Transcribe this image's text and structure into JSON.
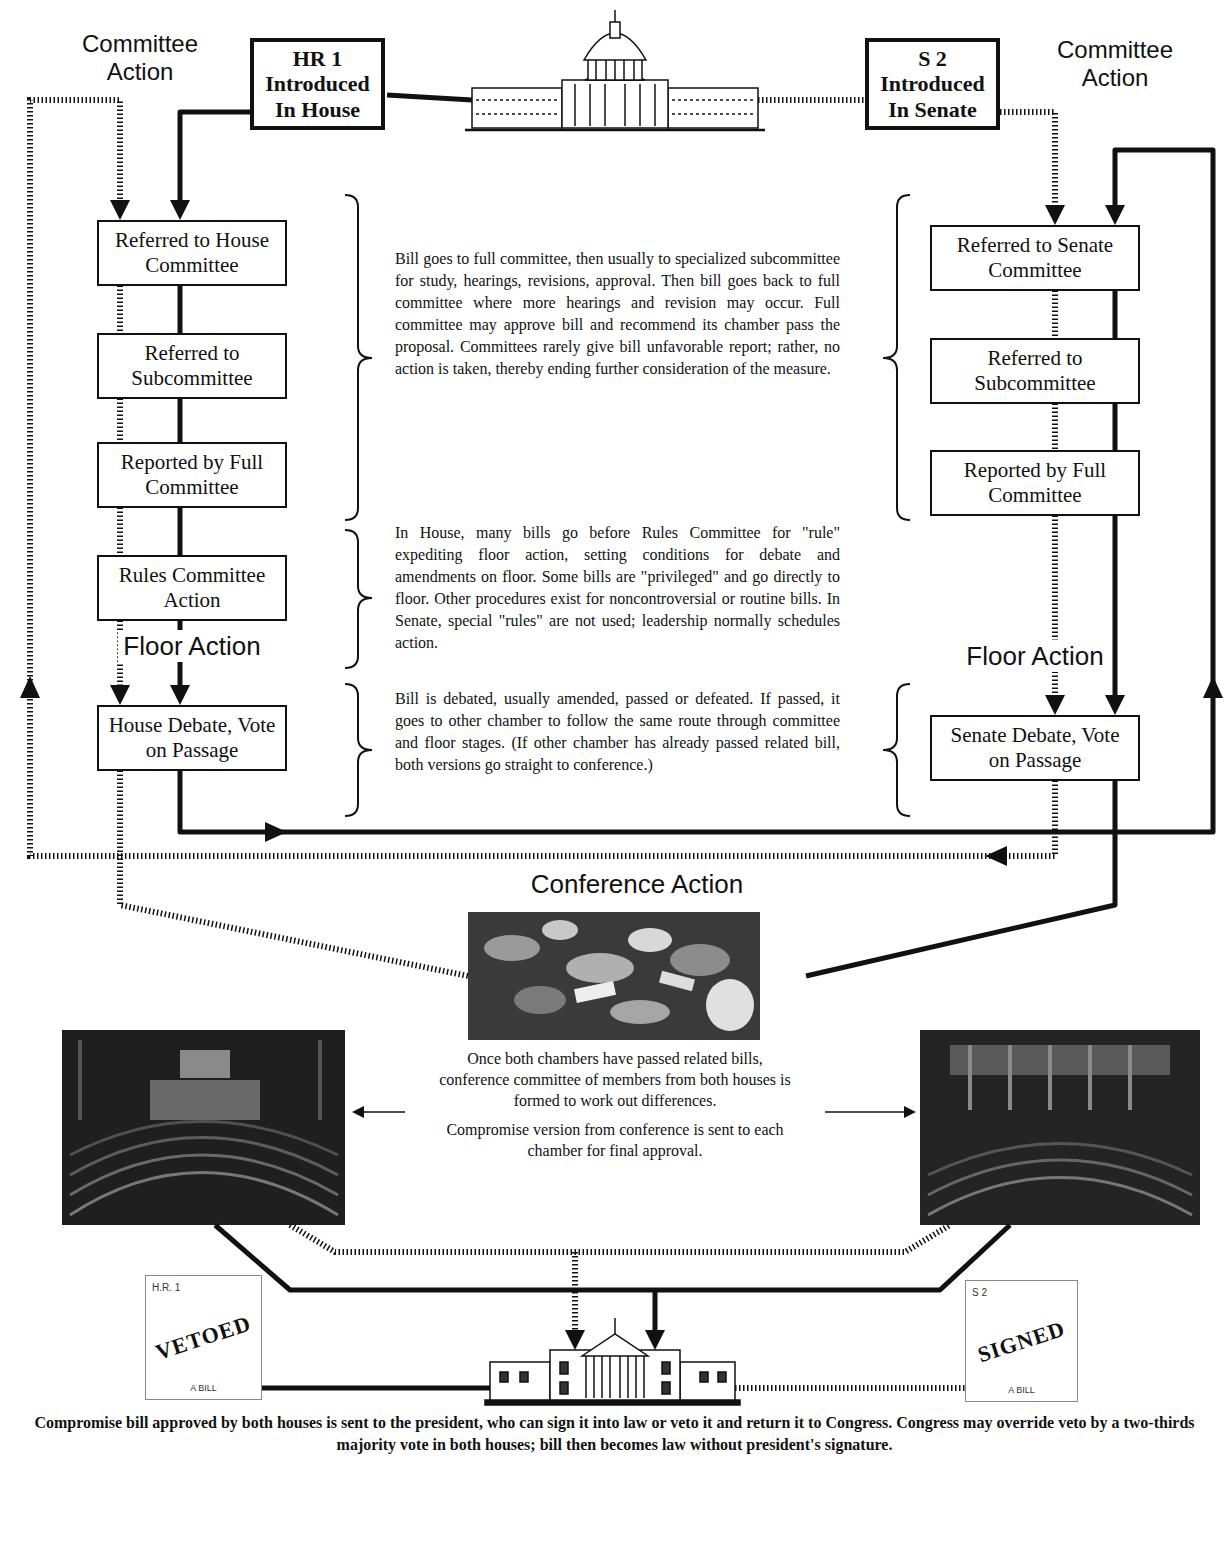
{
  "diagram": {
    "caption": "Compromise bill approved by both houses is sent to the president, who can sign it into law or veto it and return it to Congress. Congress may override veto by a two-thirds majority vote in both houses; bill then becomes law without president's signature.",
    "nodes": [
      {
        "text": [
          "HR 1 Introduced In House"
        ]
      },
      {
        "text": [
          "S 2 Introduced In Senate"
        ]
      },
      {
        "text": [
          "Referred to House Committee"
        ]
      },
      {
        "text": [
          "Referred to Subcommittee"
        ]
      },
      {
        "text": [
          "Reported by Full Committee"
        ]
      },
      {
        "text": [
          "Rules Committee Action"
        ]
      },
      {
        "text": [
          "House Debate, Vote on Passage"
        ]
      },
      {
        "text": [
          "Referred to Senate Committee"
        ]
      },
      {
        "text": [
          "Referred to Subcommittee"
        ]
      },
      {
        "text": [
          "Reported by Full Committee"
        ]
      },
      {
        "text": [
          "Senate Debate, Vote on Passage"
        ]
      },
      {
        "text": [
          "Conference Action"
        ]
      },
      {
        "text": [
          "H.R. 1",
          "VETOED",
          "A BILL"
        ]
      },
      {
        "text": [
          "S 2",
          "SIGNED",
          "A BILL"
        ]
      }
    ],
    "edges": [
      {
        "from": 0,
        "to": 2,
        "arrow": "to"
      },
      {
        "from": 1,
        "to": 7,
        "arrow": "to"
      },
      {
        "from": 2,
        "to": 3,
        "arrow": "none"
      },
      {
        "from": 3,
        "to": 4,
        "arrow": "none"
      },
      {
        "from": 4,
        "to": 5,
        "arrow": "none"
      },
      {
        "from": 5,
        "to": 6,
        "arrow": "to"
      },
      {
        "from": 7,
        "to": 8,
        "arrow": "none"
      },
      {
        "from": 8,
        "to": 9,
        "arrow": "none"
      },
      {
        "from": 9,
        "to": 10,
        "arrow": "to"
      },
      {
        "from": 6,
        "to": 7,
        "arrow": "to"
      },
      {
        "from": 10,
        "to": 2,
        "arrow": "to"
      },
      {
        "from": 6,
        "to": 11,
        "arrow": "none"
      },
      {
        "from": 10,
        "to": 11,
        "arrow": "none"
      }
    ],
    "labels": [
      "Committee Action",
      "Committee Action",
      "Bill goes to full committee, then usually to specialized subcommittee for study, hearings, revisions, approval. Then bill goes back to full committee where more hearings and revision may occur. Full committee may approve bill and recommend its chamber pass the proposal. Committees rarely give bill unfavorable report; rather, no action is taken, thereby ending further consideration of the measure.",
      "In House, many bills go before Rules Committee for \"rule\" expediting floor action, setting conditions for debate and amendments on floor. Some bills are \"privileged\" and go directly to floor. Other procedures exist for noncontroversial or routine bills. In Senate, special \"rules\" are not used; leadership normally schedules action.",
      "Bill is debated, usually amended, passed or defeated. If passed, it goes to other chamber to follow the same route through committee and floor stages. (If other chamber has already passed related bill, both versions go straight to conference.)",
      "Floor Action",
      "Floor Action",
      "Once both chambers have passed related bills, conference committee of members from both houses is formed to work out differences.",
      "Compromise version from conference is sent to each chamber for final approval."
    ]
  }
}
